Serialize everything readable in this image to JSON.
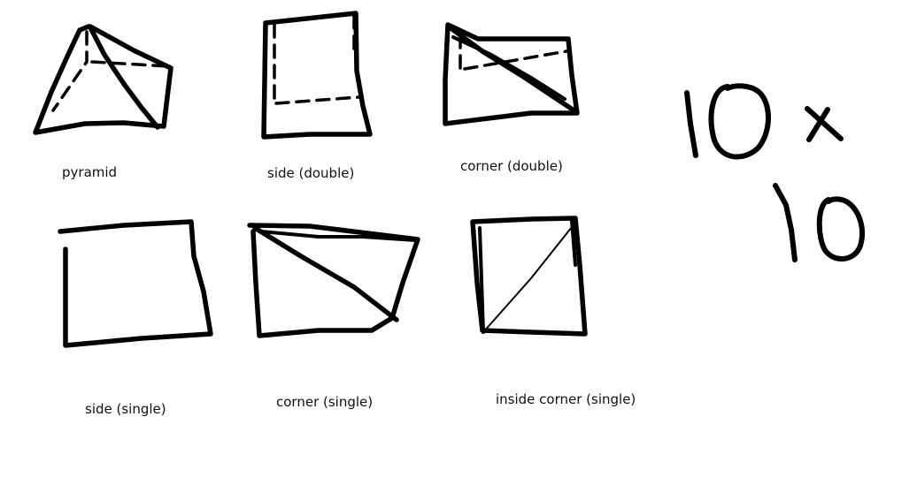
{
  "labels": {
    "pyramid": "pyramid",
    "side_double": "side (double)",
    "corner_double": "corner (double)",
    "side_single": "side (single)",
    "corner_single": "corner (single)",
    "inside_corner_single": "inside corner (single)"
  },
  "note": {
    "rows": "10",
    "times": "x",
    "cols": "10"
  },
  "colors": {
    "ink": "#000000",
    "background": "#ffffff"
  }
}
